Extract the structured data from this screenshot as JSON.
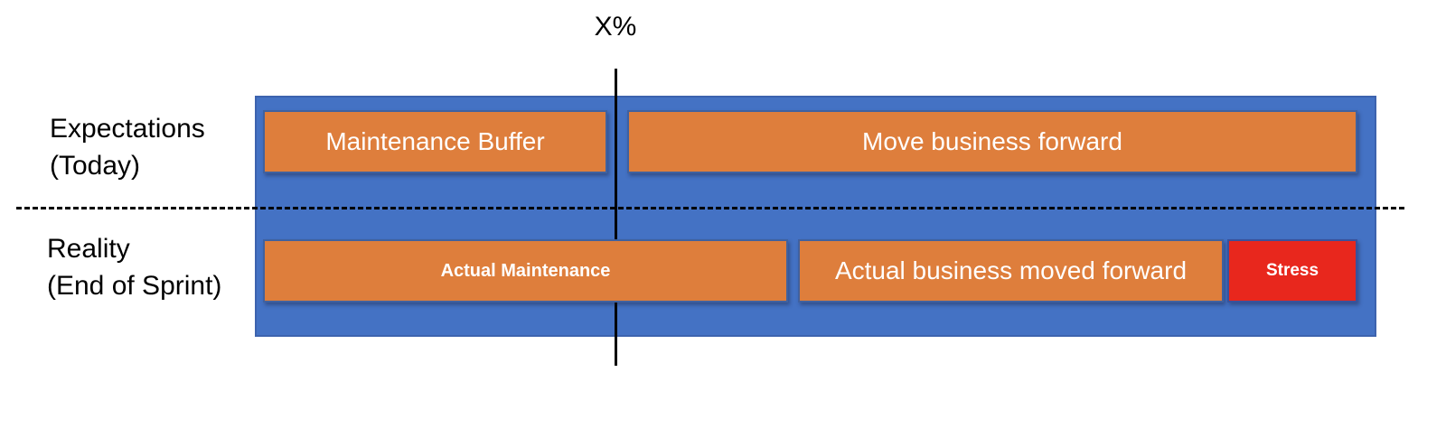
{
  "diagram": {
    "axis_label": "X%",
    "row_labels": {
      "expectations": {
        "line1": "Expectations",
        "line2": "(Today)"
      },
      "reality": {
        "line1": "Reality",
        "line2": "(End of Sprint)"
      }
    },
    "bars": {
      "maintenance_buffer": "Maintenance Buffer",
      "move_business_forward": "Move business forward",
      "actual_maintenance": "Actual Maintenance",
      "actual_business_moved_forward": "Actual business moved forward",
      "stress": "Stress"
    }
  },
  "colors": {
    "container_blue": "#4472C4",
    "bar_orange": "#DE7E3C",
    "stress_red": "#E8271D",
    "line_black": "#000000",
    "bar_text_white": "#FFFFFF",
    "label_text_black": "#000000"
  }
}
